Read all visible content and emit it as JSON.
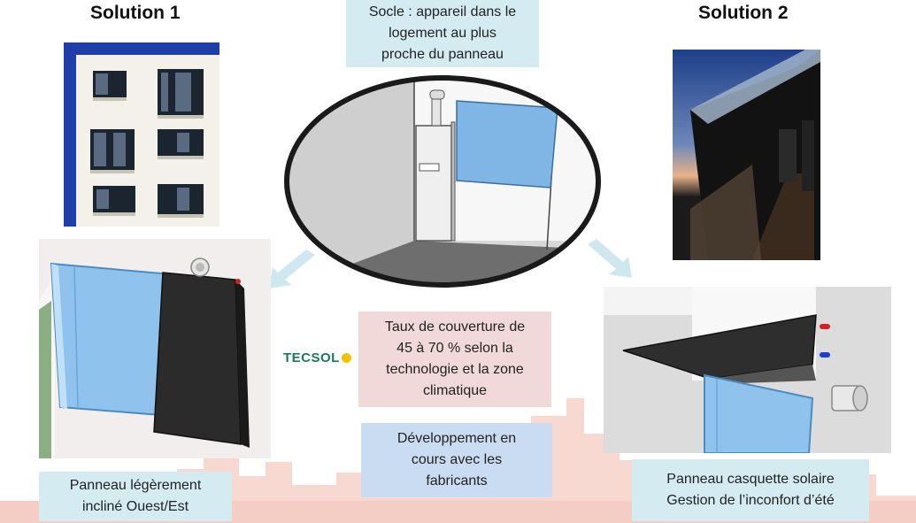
{
  "solution1": {
    "title": "Solution 1",
    "caption_line1": "Panneau légèrement",
    "caption_line2": "incliné Ouest/Est"
  },
  "solution2": {
    "title": "Solution 2",
    "caption_line1": "Panneau casquette solaire",
    "caption_line2": "Gestion de l’inconfort d’été"
  },
  "socle": {
    "line1": "Socle : appareil dans le",
    "line2": "logement au plus",
    "line3": "proche du panneau"
  },
  "coverage": {
    "line1": "Taux de couverture de",
    "line2": "45 à 70 % selon la",
    "line3": "technologie et la zone",
    "line4": "climatique"
  },
  "development": {
    "line1": "Développement en",
    "line2": "cours avec les",
    "line3": "fabricants"
  },
  "logo": {
    "text": "TECSOL"
  },
  "colors": {
    "label_blue": "#d4ecf1",
    "label_pink": "#f1d9d9",
    "label_light_blue": "#c9dcf2",
    "skyline": "#f7d9d2",
    "panel_blue": "#7fb6e6",
    "collector_dark": "#2b2b2b"
  }
}
